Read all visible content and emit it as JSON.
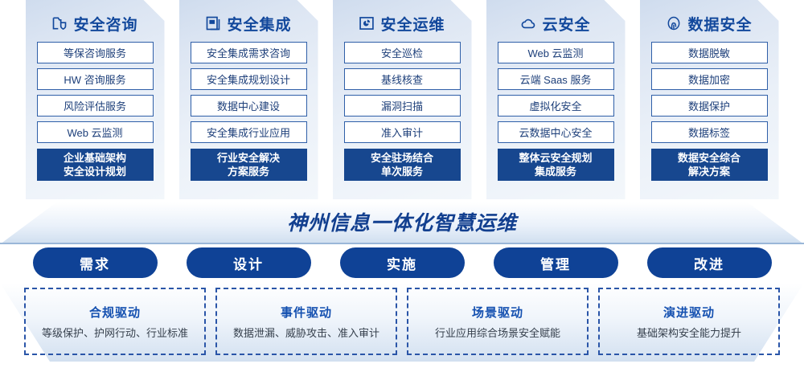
{
  "cards": [
    {
      "icon": "shield-folder-icon",
      "title": "安全咨询",
      "items": [
        "等保咨询服务",
        "HW 咨询服务",
        "风险评估服务",
        "Web 云监测"
      ],
      "highlight": [
        "企业基础架构",
        "安全设计规划"
      ]
    },
    {
      "icon": "document-stack-icon",
      "title": "安全集成",
      "items": [
        "安全集成需求咨询",
        "安全集成规划设计",
        "数据中心建设",
        "安全集成行业应用"
      ],
      "highlight": [
        "行业安全解决",
        "方案服务"
      ]
    },
    {
      "icon": "monitor-chart-icon",
      "title": "安全运维",
      "items": [
        "安全巡检",
        "基线核查",
        "漏洞扫描",
        "准入审计"
      ],
      "highlight": [
        "安全驻场结合",
        "单次服务"
      ]
    },
    {
      "icon": "cloud-icon",
      "title": "云安全",
      "items": [
        "Web 云监测",
        "云端 Saas 服务",
        "虚拟化安全",
        "云数据中心安全"
      ],
      "highlight": [
        "整体云安全规划",
        "集成服务"
      ]
    },
    {
      "icon": "fingerprint-icon",
      "title": "数据安全",
      "items": [
        "数据脱敏",
        "数据加密",
        "数据保护",
        "数据标签"
      ],
      "highlight": [
        "数据安全综合",
        "解决方案"
      ]
    }
  ],
  "banner": {
    "text": "神州信息一体化智慧运维"
  },
  "pills": [
    {
      "label": "需求"
    },
    {
      "label": "设计"
    },
    {
      "label": "实施"
    },
    {
      "label": "管理"
    },
    {
      "label": "改进"
    }
  ],
  "drivers": [
    {
      "title": "合规驱动",
      "desc": "等级保护、护网行动、行业标准"
    },
    {
      "title": "事件驱动",
      "desc": "数据泄漏、威胁攻击、准入审计"
    },
    {
      "title": "场景驱动",
      "desc": "行业应用综合场景安全赋能"
    },
    {
      "title": "演进驱动",
      "desc": "基础架构安全能力提升"
    }
  ],
  "colors": {
    "brand_blue": "#12489c",
    "solid_blue": "#17478f",
    "pill_blue": "#0f4296",
    "item_border": "#2f5fa8",
    "dashed_border": "#2a55a8"
  }
}
